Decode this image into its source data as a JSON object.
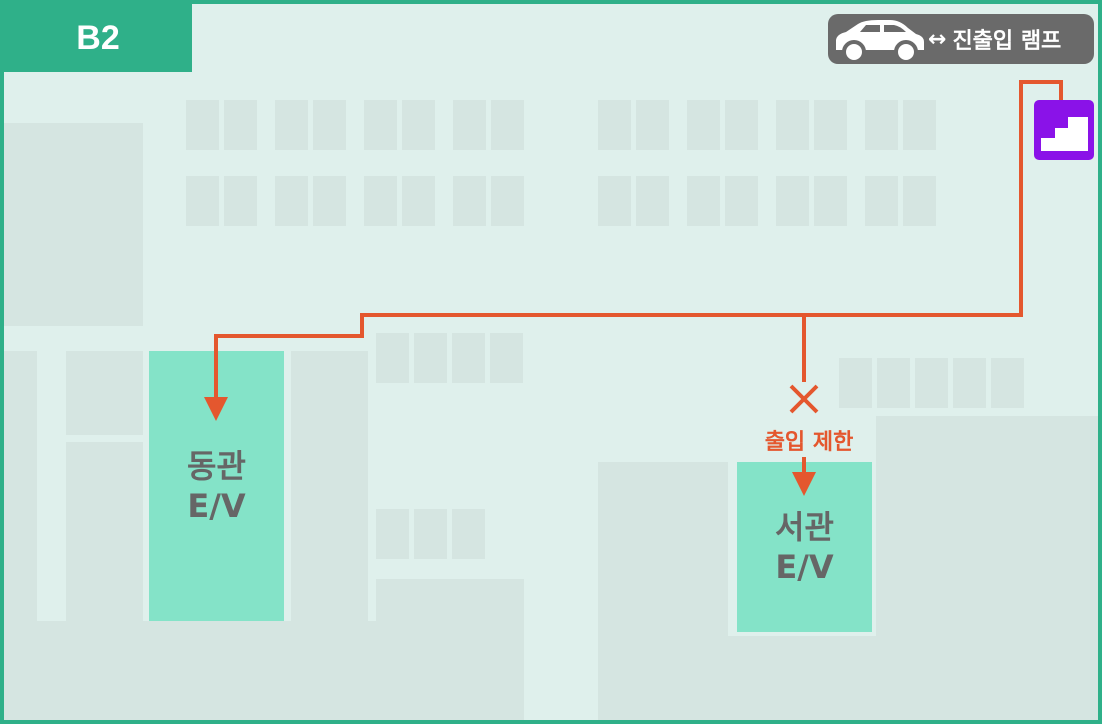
{
  "floor": {
    "label": "B2"
  },
  "ramp": {
    "arrow_symbol": "↔",
    "label": "진출입 램프",
    "icon": "car-icon"
  },
  "stairs": {
    "icon": "stairs-icon",
    "color": "#8a12e8"
  },
  "elevators": [
    {
      "name": "동관",
      "type": "E/V"
    },
    {
      "name": "서관",
      "type": "E/V"
    }
  ],
  "restriction": {
    "label": "출입 제한",
    "icon": "cross-icon"
  },
  "colors": {
    "border": "#2fb089",
    "floor_background": "#dff0ec",
    "structure": "#d5e5e1",
    "elevator": "#84e3c8",
    "route": "#e4572e",
    "badge": "#6a6a6a"
  }
}
